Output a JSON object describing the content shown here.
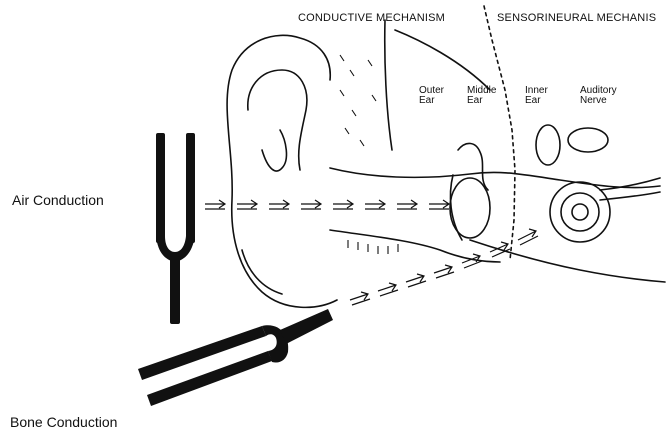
{
  "headers": {
    "conductive": "CONDUCTIVE MECHANISM",
    "sensorineural": "SENSORINEURAL MECHANIS"
  },
  "regions": {
    "outer_ear": [
      "Outer",
      "Ear"
    ],
    "middle_ear": [
      "Middle",
      "Ear"
    ],
    "inner_ear": [
      "Inner",
      "Ear"
    ],
    "auditory_nerve": [
      "Auditory",
      "Nerve"
    ]
  },
  "paths": {
    "air": "Air Conduction",
    "bone": "Bone Conduction"
  }
}
